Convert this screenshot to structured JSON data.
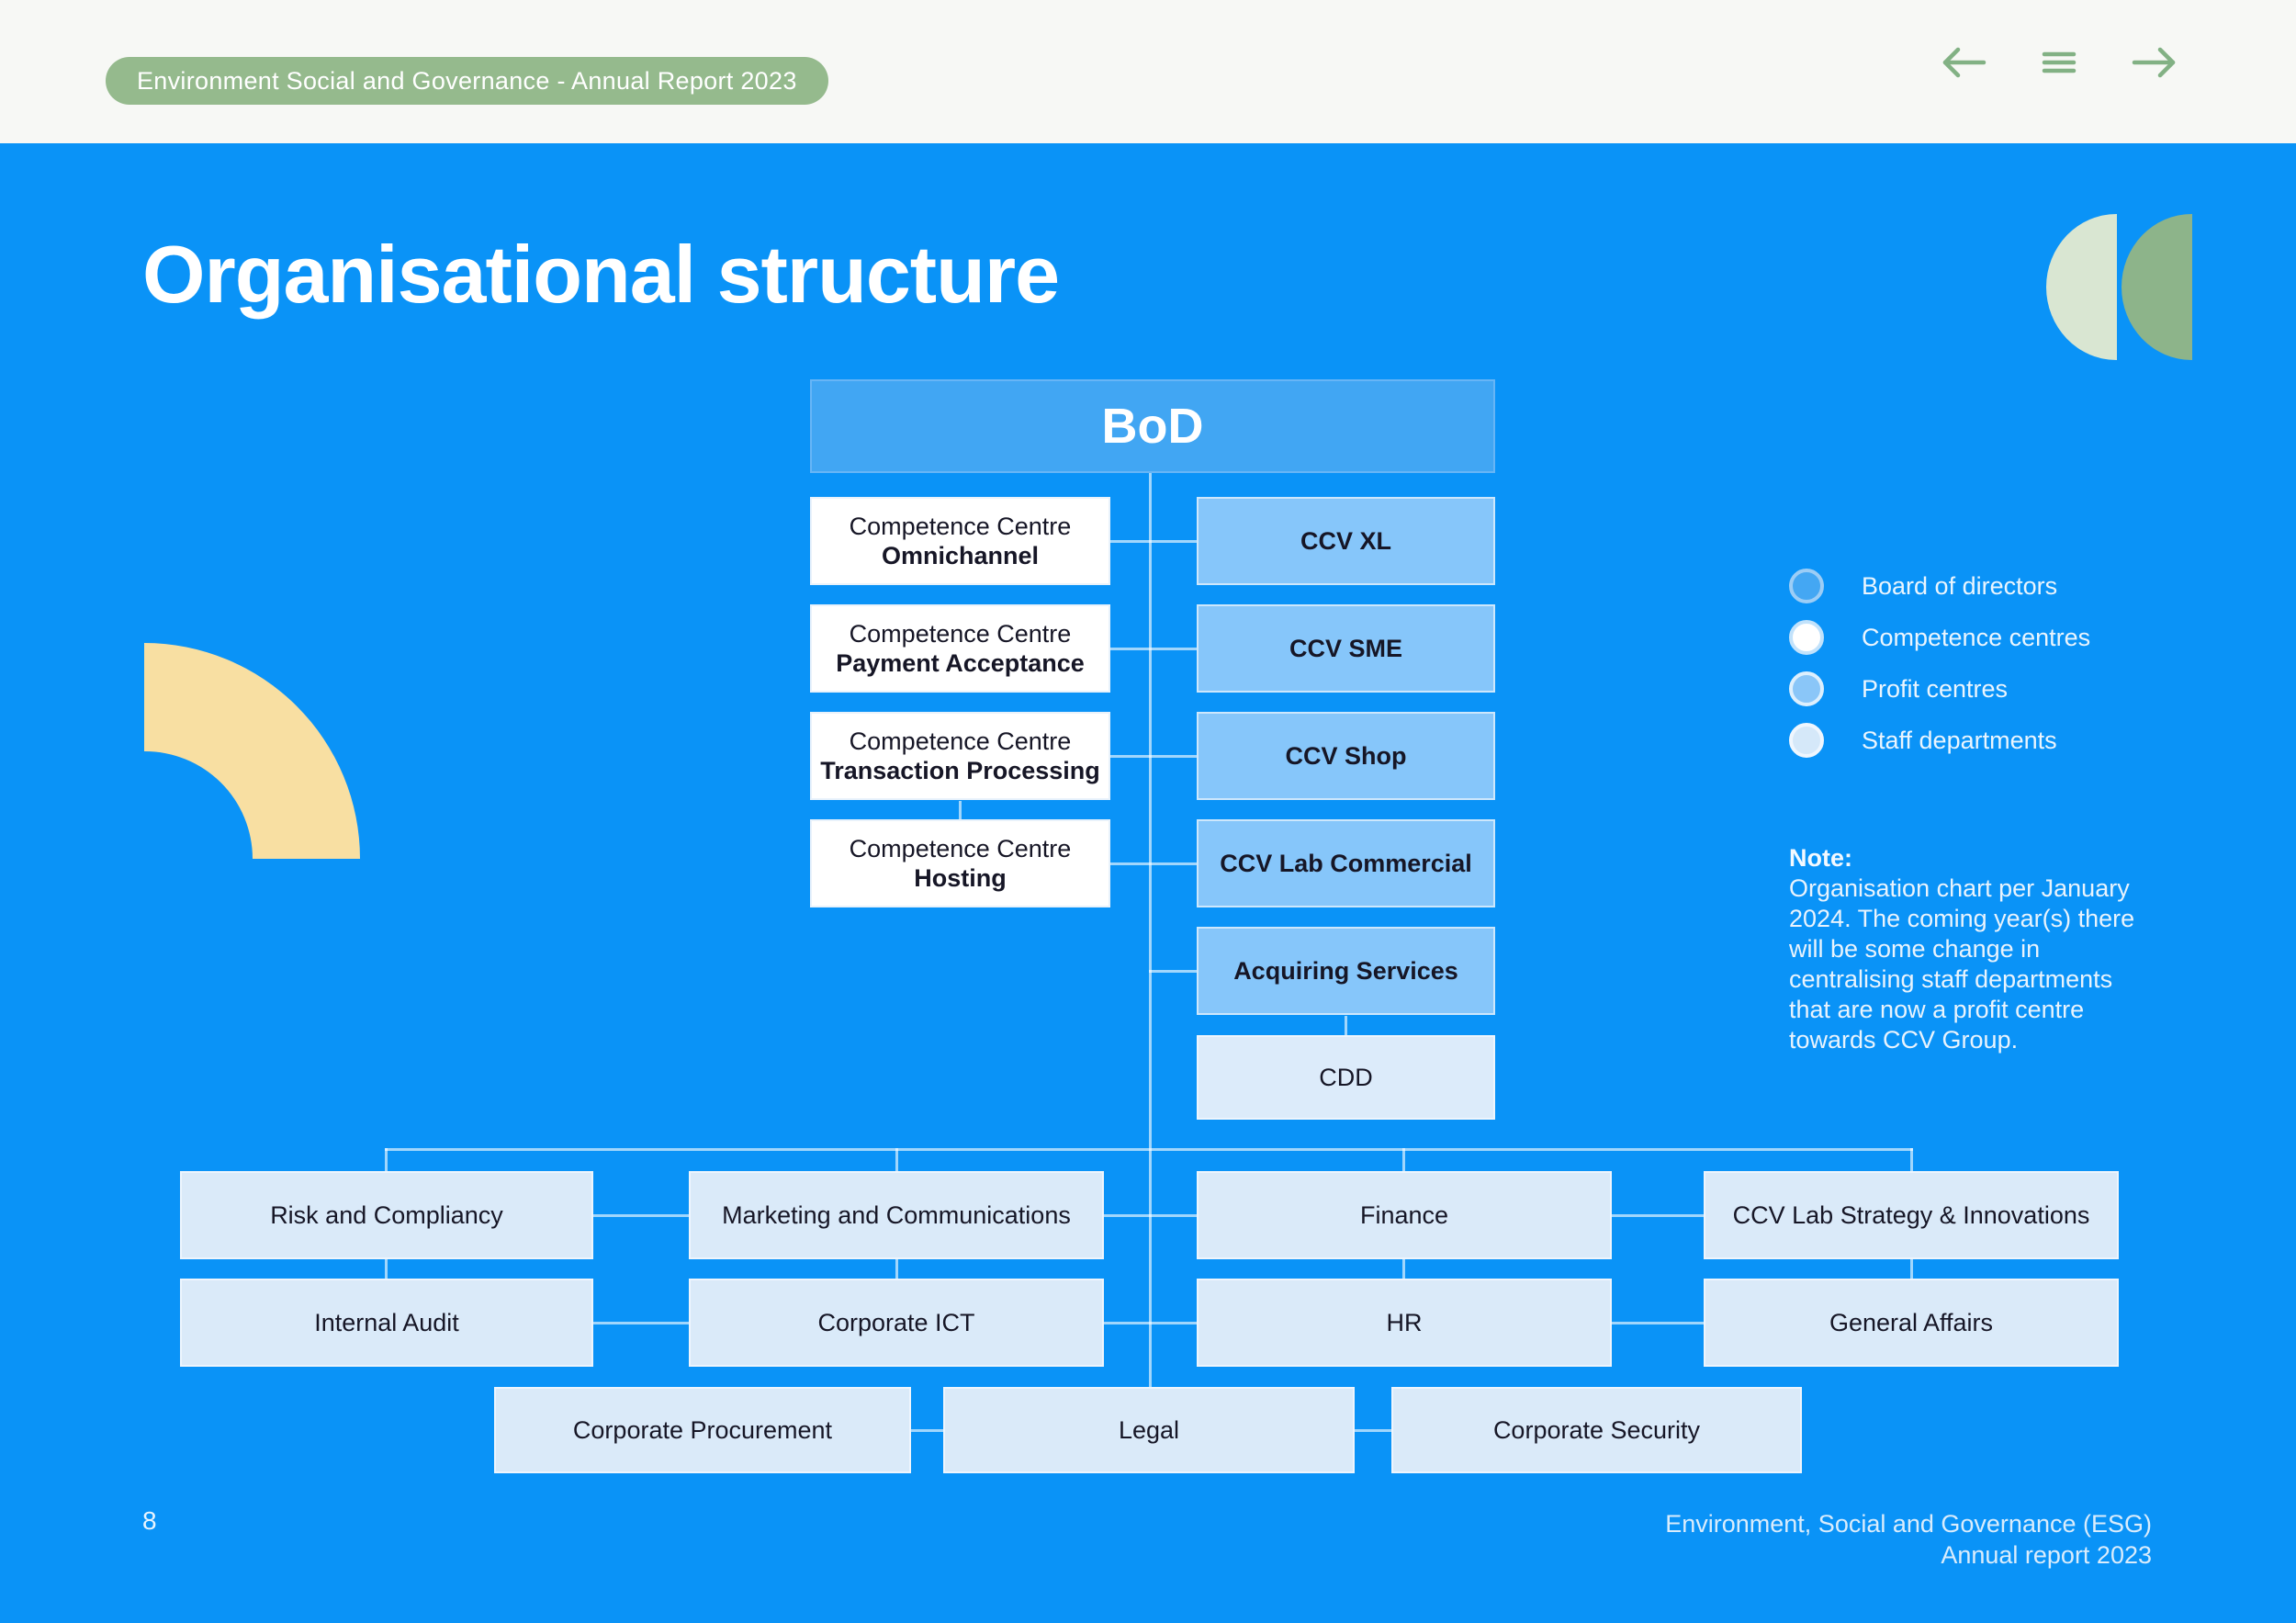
{
  "topbar": {
    "badge": "Environment Social and Governance - Annual Report 2023",
    "icons": {
      "back": "arrow-left-icon",
      "menu": "hamburger-menu-icon",
      "forward": "arrow-right-icon"
    },
    "icon_color": "#82b184",
    "badge_color": "#95ba8d"
  },
  "page": {
    "title": "Organisational structure",
    "page_number": "8",
    "footer_line1": "Environment, Social and Governance (ESG)",
    "footer_line2": "Annual report 2023",
    "background_color": "#0a93f7"
  },
  "chart": {
    "bod_label": "BoD",
    "competence_prefix": "Competence Centre",
    "competence_centres": [
      "Omnichannel",
      "Payment Acceptance",
      "Transaction Processing",
      "Hosting"
    ],
    "profit_centres": [
      "CCV XL",
      "CCV SME",
      "CCV Shop",
      "CCV Lab Commercial",
      "Acquiring Services"
    ],
    "cdd_label": "CDD",
    "staff_rows": [
      [
        "Risk and Compliancy",
        "Marketing and Communications",
        "Finance",
        "CCV Lab Strategy & Innovations"
      ],
      [
        "Internal Audit",
        "Corporate ICT",
        "HR",
        "General Affairs"
      ],
      [
        "Corporate Procurement",
        "Legal",
        "Corporate Security"
      ]
    ]
  },
  "legend": {
    "items": [
      {
        "label": "Board of directors",
        "fill": "#44a7f3",
        "ring": "#9ccdf6"
      },
      {
        "label": "Competence centres",
        "fill": "#ffffff",
        "ring": "#c2e2fb"
      },
      {
        "label": "Profit centres",
        "fill": "#8ac6f8",
        "ring": "#ddeffd"
      },
      {
        "label": "Staff departments",
        "fill": "#d5e8f9",
        "ring": "#eff6fe"
      }
    ]
  },
  "note": {
    "heading": "Note:",
    "body": "Organisation chart per January 2024. The coming year(s) there will be some change in centralising staff departments that are now a profit centre towards CCV Group."
  }
}
